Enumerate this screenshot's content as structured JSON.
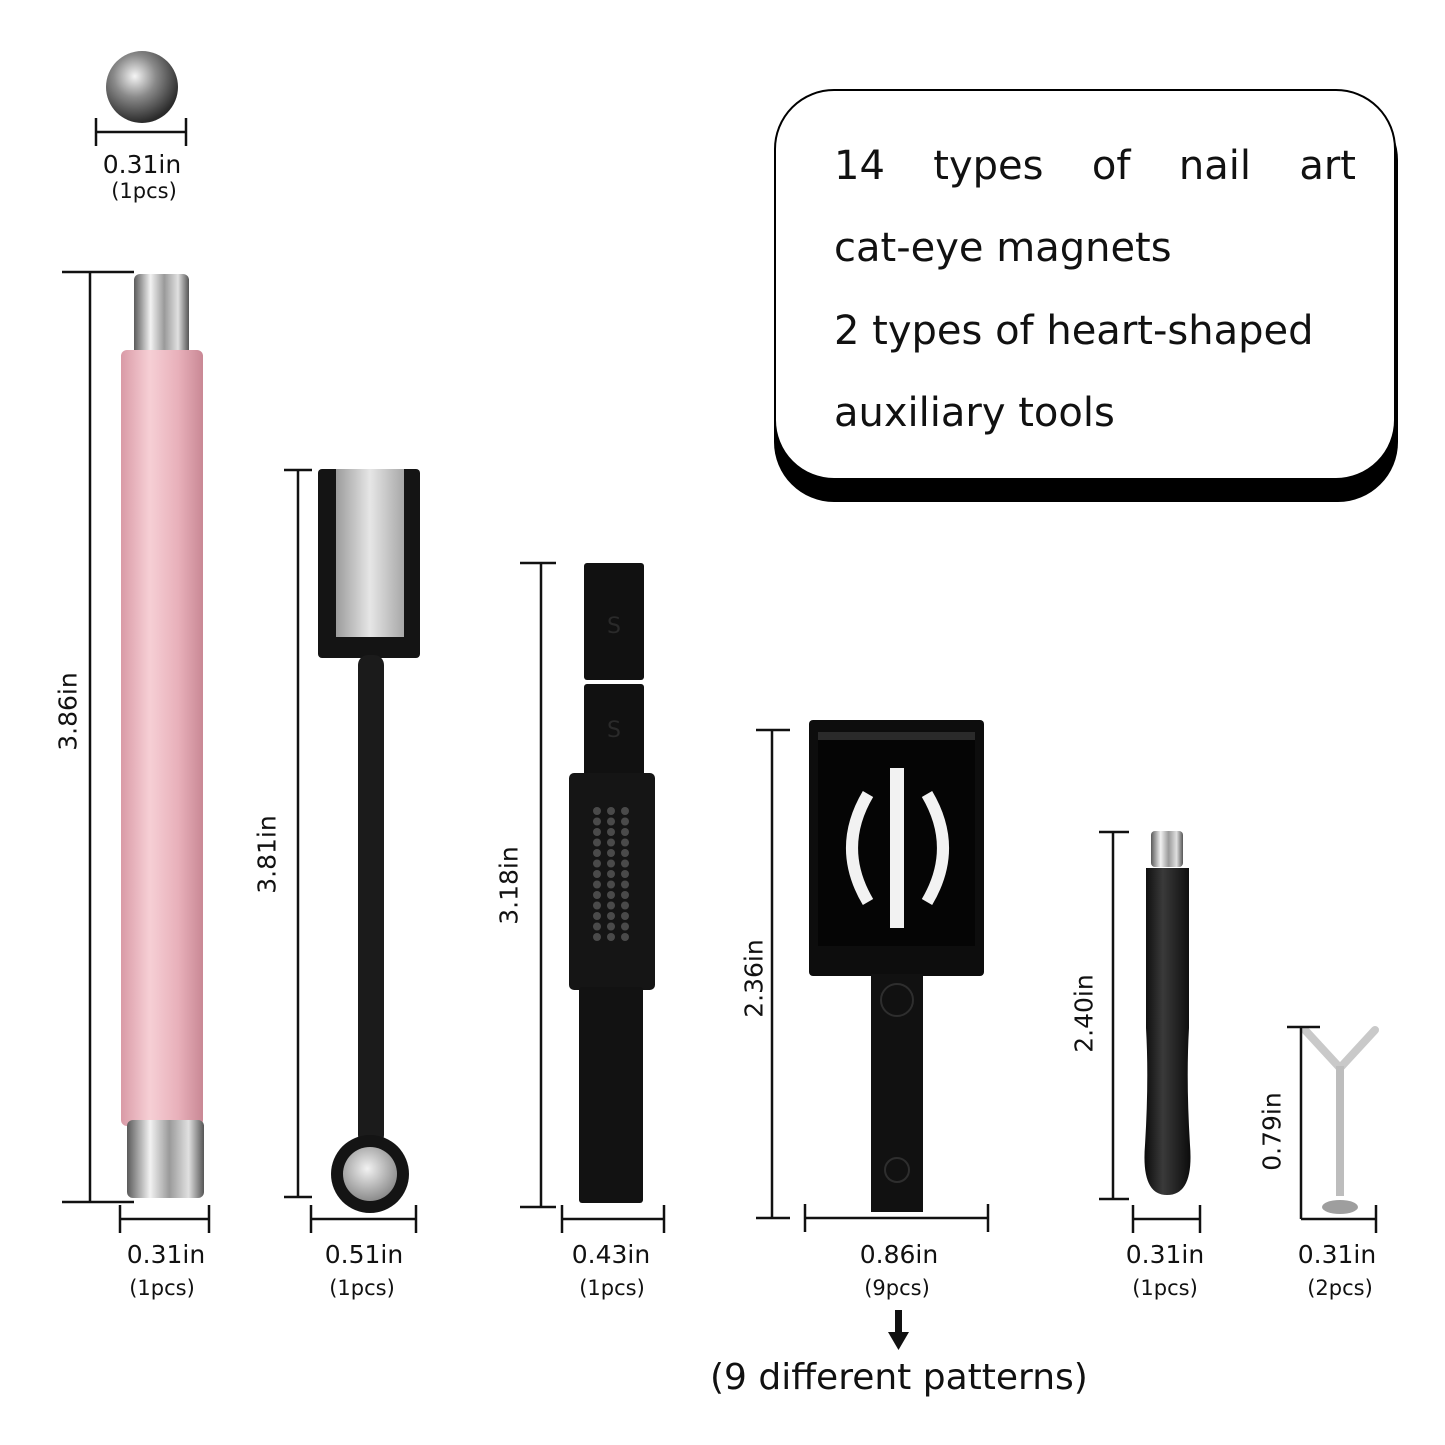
{
  "info_card": {
    "line1_words": [
      "14",
      "types",
      "of",
      "nail",
      "art"
    ],
    "line2": "cat-eye magnets",
    "line3": "2 types of heart-shaped",
    "line4": "auxiliary tools"
  },
  "items": [
    {
      "name": "steel-ball",
      "width": "0.31in",
      "qty": "(1pcs)"
    },
    {
      "name": "pink-magnet-pen",
      "width": "0.31in",
      "qty": "(1pcs)",
      "height": "3.86in"
    },
    {
      "name": "double-end-magnet-stick",
      "width": "0.51in",
      "qty": "(1pcs)",
      "height": "3.81in"
    },
    {
      "name": "bar-magnet",
      "width": "0.43in",
      "qty": "(1pcs)",
      "height": "3.18in"
    },
    {
      "name": "pattern-magnet-plate",
      "width": "0.86in",
      "qty": "(9pcs)",
      "height": "2.36in"
    },
    {
      "name": "small-black-magnet-pen",
      "width": "0.31in",
      "qty": "(1pcs)",
      "height": "2.40in"
    },
    {
      "name": "y-shaped-heart-tool",
      "width": "0.31in",
      "qty": "(2pcs)",
      "height": "0.79in"
    }
  ],
  "patterns_note": "(9 different patterns)",
  "colors": {
    "pink": "#eab4bd",
    "black": "#111111",
    "silver": "#c8c8c8"
  }
}
